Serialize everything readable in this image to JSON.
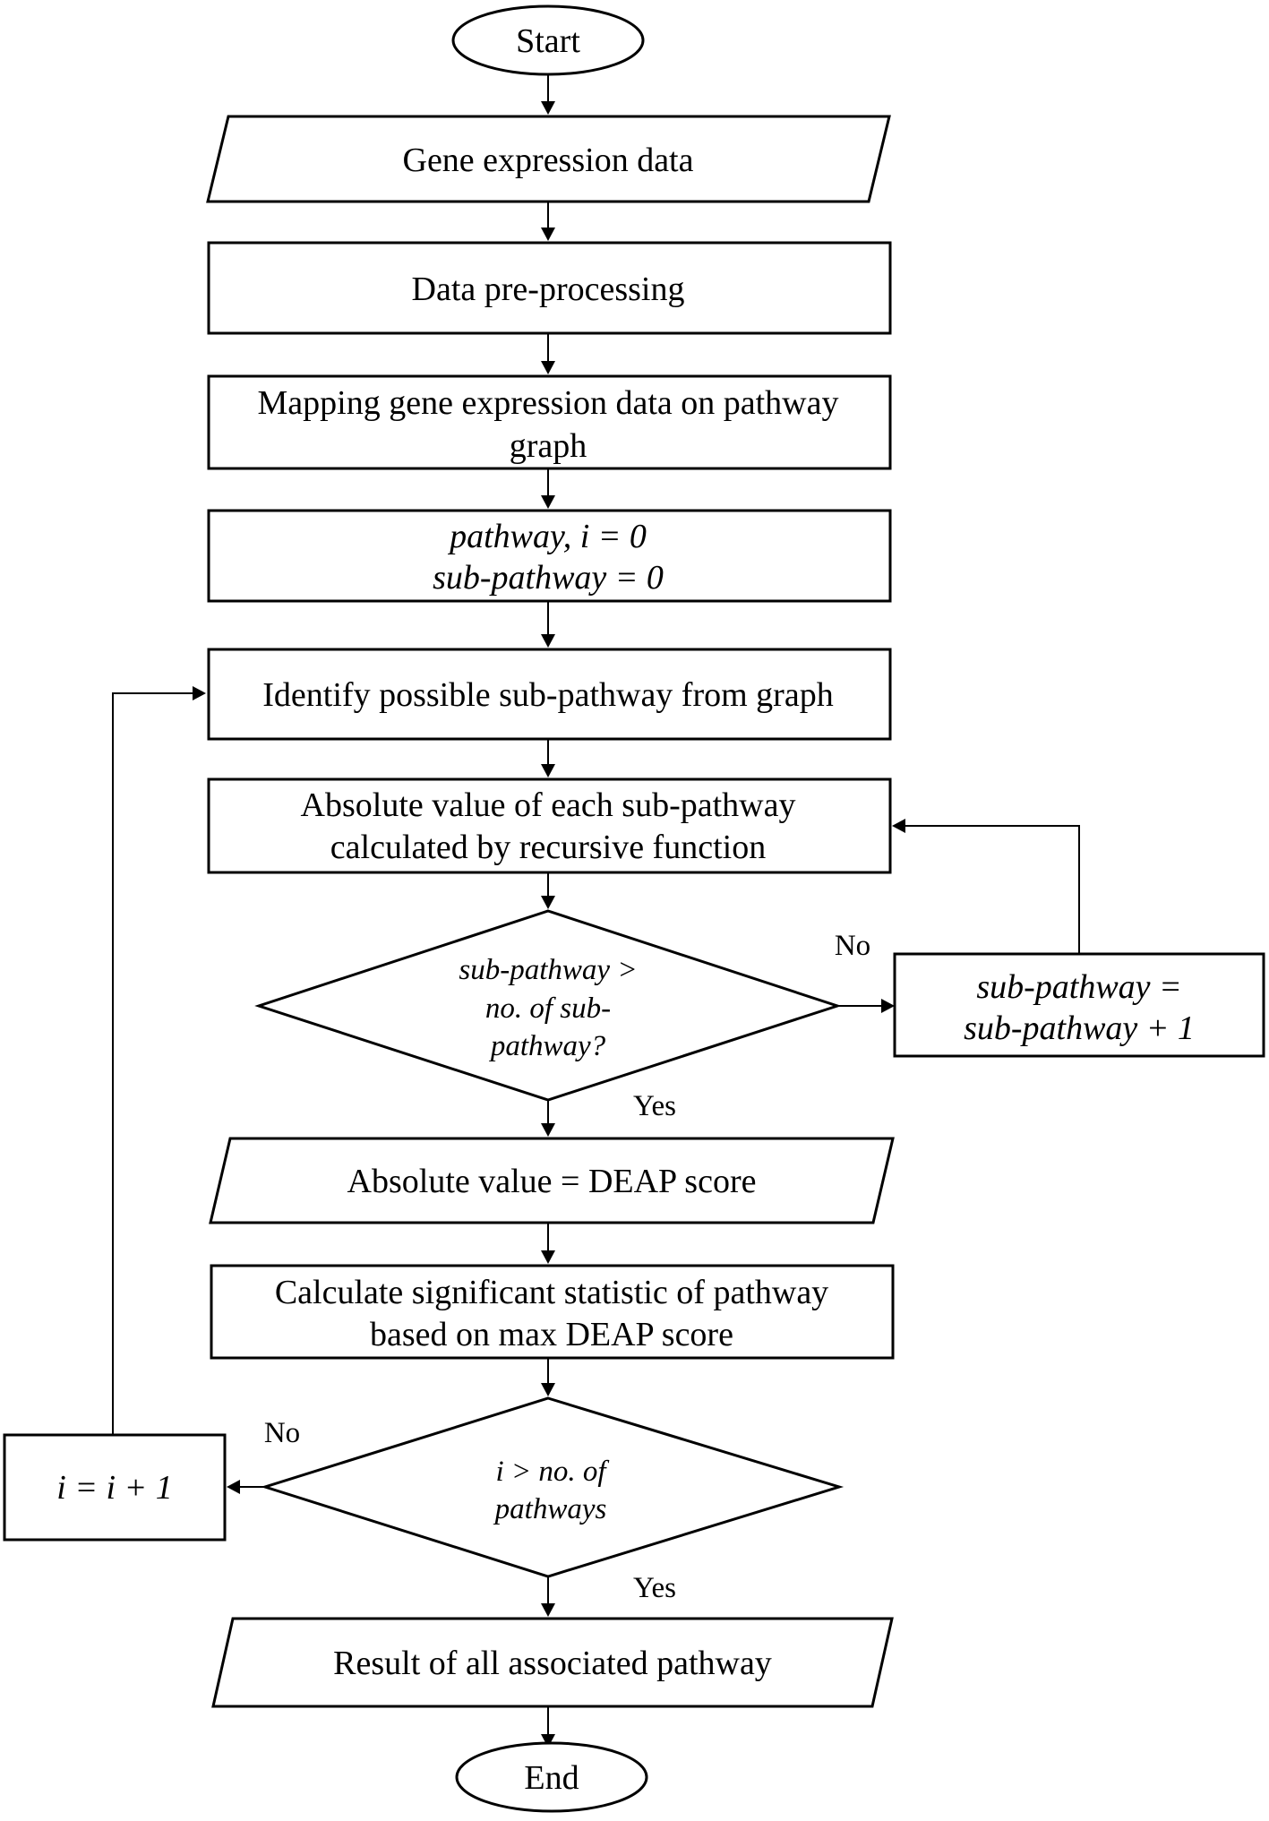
{
  "flowchart": {
    "start": "Start",
    "gene_expression_data": "Gene expression data",
    "preprocessing": "Data pre-processing",
    "mapping": [
      "Mapping gene expression data on pathway",
      "graph"
    ],
    "init": [
      "pathway, i = 0",
      "sub-pathway = 0"
    ],
    "identify": "Identify possible sub-pathway from graph",
    "absolute_value": [
      "Absolute value of each sub-pathway",
      "calculated by recursive function"
    ],
    "decision_subpathway": [
      "sub-pathway >",
      "no. of sub-",
      "pathway?"
    ],
    "increment_subpathway": [
      "sub-pathway =",
      "sub-pathway + 1"
    ],
    "deap_score": "Absolute value = DEAP score",
    "statistic": [
      "Calculate significant statistic of pathway",
      "based on max DEAP score"
    ],
    "decision_pathways": [
      "i > no. of",
      "pathways"
    ],
    "increment_i": "i = i + 1",
    "result": "Result of all associated pathway",
    "end": "End",
    "labels": {
      "no_subpathway": "No",
      "yes_subpathway": "Yes",
      "no_pathways": "No",
      "yes_pathways": "Yes"
    }
  }
}
